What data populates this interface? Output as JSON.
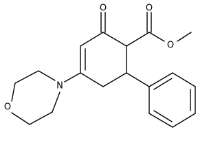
{
  "molecule": {
    "atom_labels": {
      "ketone_oxygen": "O",
      "ester_carbonyl_oxygen": "O",
      "ester_ether_oxygen": "O",
      "morpholine_nitrogen": "N",
      "morpholine_oxygen": "O"
    }
  }
}
